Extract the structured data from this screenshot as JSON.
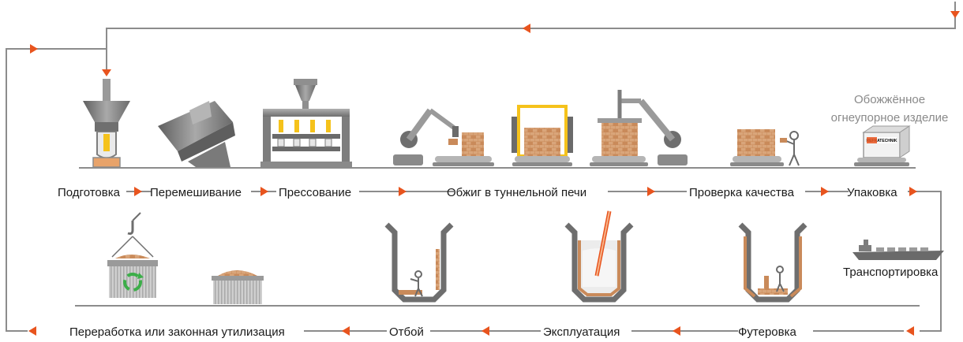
{
  "colors": {
    "accent": "#e8541e",
    "line": "#8c8c8c",
    "machine": "#7d7d7d",
    "brick": "#c98a5a",
    "recycle": "#3cae49"
  },
  "steps_top": [
    "Подготовка",
    "Перемешивание",
    "Прессование",
    "Обжиг в туннельной печи",
    "Проверка качества",
    "Упаковка"
  ],
  "product_label": [
    "Обожжённое",
    "огнеупорное изделие"
  ],
  "brand": "REFRATECHNIK",
  "transport": "Транспортировка",
  "steps_bottom": [
    "Футеровка",
    "Эксплуатация",
    "Отбой",
    "Переработка или законная утилизация"
  ],
  "icons": [
    "funnel-icon",
    "mixer-icon",
    "press-icon",
    "robot-arm-icon",
    "brick-stack-icon",
    "tunnel-kiln-icon",
    "inspector-icon",
    "package-icon",
    "ship-icon",
    "ladle-icon",
    "crane-hook-icon",
    "recycle-icon",
    "container-icon"
  ]
}
